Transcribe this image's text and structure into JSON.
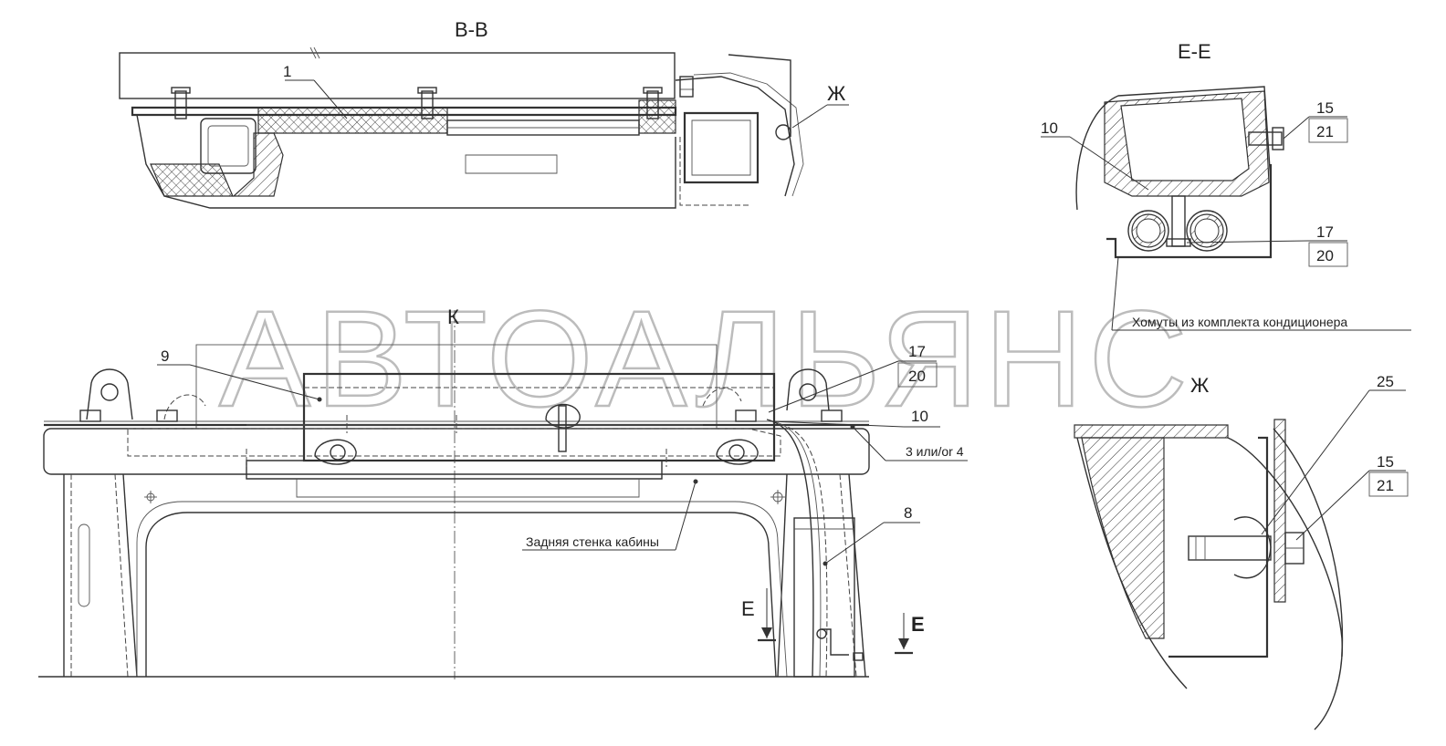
{
  "views": {
    "bb": "В-В",
    "ee": "Е-Е",
    "zh": "Ж",
    "k": "К"
  },
  "section_marks": {
    "e_left": "Е",
    "e_right": "Е"
  },
  "callouts": {
    "c1": "1",
    "c8": "8",
    "c9": "9",
    "c10_main": "10",
    "c10_ee": "10",
    "c15_ee": "15",
    "c21_ee": "21",
    "c17_ee": "17",
    "c20_ee": "20",
    "c17_main": "17",
    "c20_main": "20",
    "c3or4": "3 или/or 4",
    "c25": "25",
    "c15_zh": "15",
    "c21_zh": "21",
    "zh_ref": "Ж"
  },
  "notes": {
    "clamps": "Хомуты из комплекта кондиционера",
    "rear_wall": "Задняя стенка кабины"
  },
  "watermark": "АВТОАЛЬЯНС",
  "colors": {
    "line": "#333333",
    "watermark": "#bcbcbc",
    "background": "#ffffff"
  }
}
